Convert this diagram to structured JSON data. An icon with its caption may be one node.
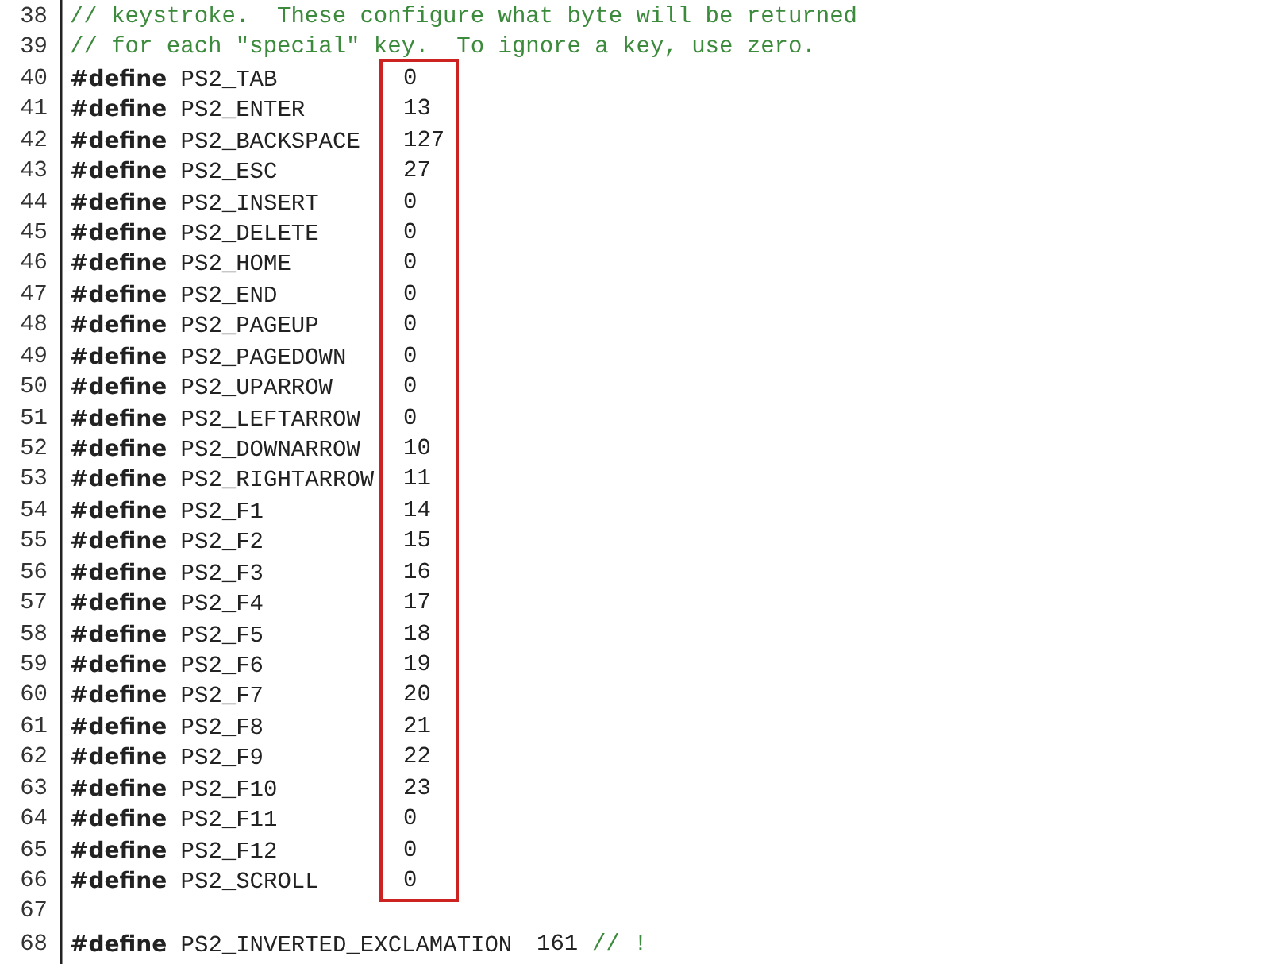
{
  "diagram": {
    "labels": [
      "38",
      "// keystroke.  These configure what byte will be returned",
      "39",
      "// for each \"special\" key.  To ignore a key, use zero.",
      "40",
      "**#define** PS2_TAB",
      "0",
      "41",
      "**#define** PS2_ENTER",
      "13",
      "42",
      "**#define** PS2_BACKSPACE",
      "127",
      "43",
      "**#define** PS2_ESC",
      "27",
      "44",
      "**#define** PS2_INSERT",
      "0",
      "45",
      "**#define** PS2_DELETE",
      "0",
      "46",
      "**#define** PS2_HOME",
      "0",
      "47",
      "**#define** PS2_END",
      "0",
      "48",
      "**#define** PS2_PAGEUP",
      "0",
      "49",
      "**#define** PS2_PAGEDOWN",
      "0",
      "50",
      "**#define** PS2_UPARROW",
      "0",
      "51",
      "**#define** PS2_LEFTARROW",
      "0",
      "52",
      "**#define** PS2_DOWNARROW",
      "10",
      "53",
      "**#define** PS2_RIGHTARROW",
      "11",
      "54",
      "**#define** PS2_F1",
      "14",
      "55",
      "**#define** PS2_F2",
      "15",
      "56",
      "**#define** PS2_F3",
      "16",
      "57",
      "**#define** PS2_F4",
      "17",
      "58",
      "**#define** PS2_F5",
      "18",
      "59",
      "**#define** PS2_F6",
      "19",
      "60",
      "**#define** PS2_F7",
      "20",
      "61",
      "**#define** PS2_F8",
      "21",
      "62",
      "**#define** PS2_F9",
      "22",
      "63",
      "**#define** PS2_F10",
      "23",
      "64",
      "**#define** PS2_F11",
      "0",
      "65",
      "**#define** PS2_F12",
      "0",
      "66",
      "**#define** PS2_SCROLL",
      "0",
      "67",
      "68",
      "**#define** PS2_INVERTED_EXCLAMATION",
      "161",
      "// !"
    ]
  }
}
